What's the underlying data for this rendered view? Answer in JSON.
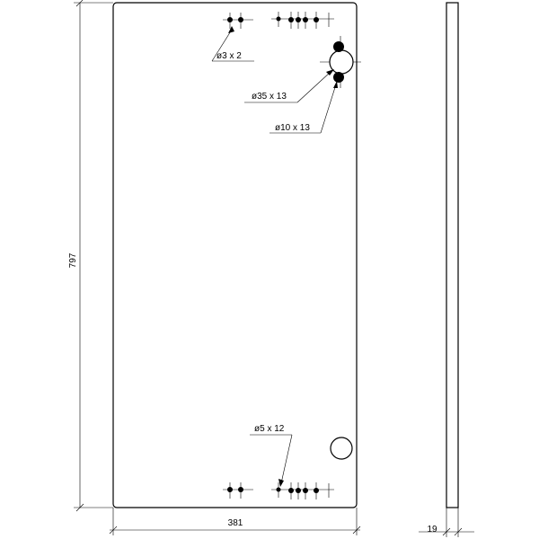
{
  "drawing": {
    "dimensions": {
      "width": "381",
      "height": "797",
      "thickness": "19"
    },
    "callouts": {
      "shelf_pin_holes": "ø3 x 2",
      "hinge_cup": "ø35 x 13",
      "hinge_screw": "ø10 x 13",
      "handle_hole": "ø5 x 12"
    }
  }
}
